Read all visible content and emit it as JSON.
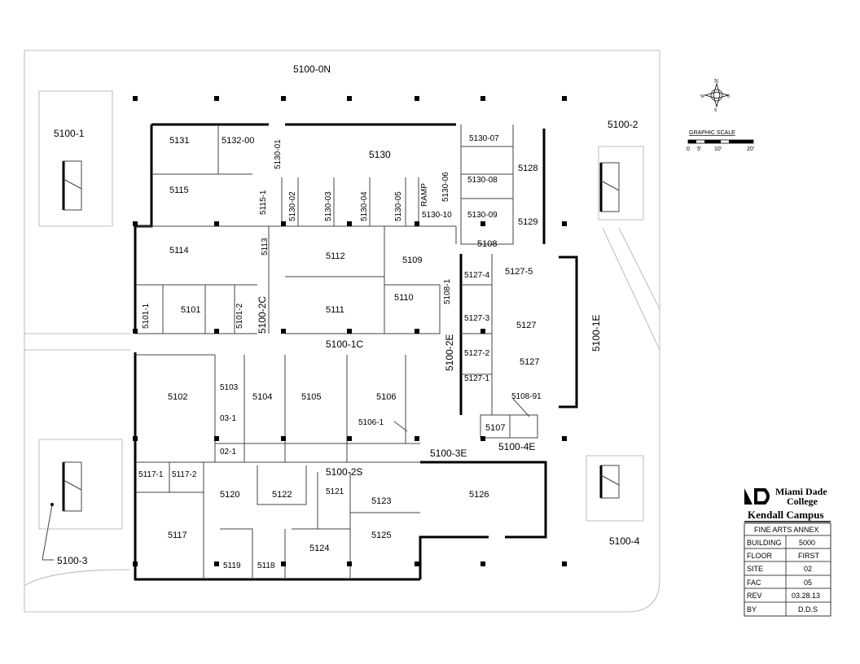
{
  "site_labels": [
    "5100-0N",
    "5100-1",
    "5100-2",
    "5100-3",
    "5100-4",
    "5100-1E",
    "5100-1C",
    "5100-2C",
    "5100-2E",
    "5100-2S",
    "5100-3E",
    "5100-4E"
  ],
  "rooms": [
    "5131",
    "5132-00",
    "5130-01",
    "5130",
    "5130-07",
    "5128",
    "5115",
    "5115-1",
    "5130-02",
    "5130-03",
    "5130-04",
    "5130-05",
    "RAMP",
    "5130-06",
    "5130-08",
    "5130-09",
    "5130-10",
    "5129",
    "5114",
    "5113",
    "5112",
    "5109",
    "5108",
    "5127-4",
    "5127-5",
    "5101-1",
    "5101",
    "5101-2",
    "5111",
    "5110",
    "5108-1",
    "5127-3",
    "5127",
    "5127-2",
    "5127",
    "5127-1",
    "5102",
    "5103",
    "5104",
    "5105",
    "5106",
    "5108-91",
    "03-1",
    "5106-1",
    "5107",
    "02-1",
    "5117-1",
    "5117-2",
    "5120",
    "5122",
    "5121",
    "5123",
    "5126",
    "5117",
    "5124",
    "5125",
    "5119",
    "5118"
  ],
  "compass": {
    "n": "N",
    "s": "S",
    "e": "E",
    "w": "W"
  },
  "scale": {
    "title": "GRAPHIC SCALE",
    "ticks": [
      "0",
      "5'",
      "10'",
      "20'"
    ]
  },
  "title_block": {
    "logo_line1": "Miami Dade",
    "logo_line2": "College",
    "campus": "Kendall Campus",
    "name": "FINE ARTS ANNEX",
    "rows": [
      {
        "label": "BUILDING",
        "value": "5000"
      },
      {
        "label": "FLOOR",
        "value": "FIRST"
      },
      {
        "label": "SITE",
        "value": "02"
      },
      {
        "label": "FAC",
        "value": "05"
      },
      {
        "label": "REV",
        "value": "03.28.13"
      },
      {
        "label": "BY",
        "value": "D.D.S"
      }
    ]
  }
}
